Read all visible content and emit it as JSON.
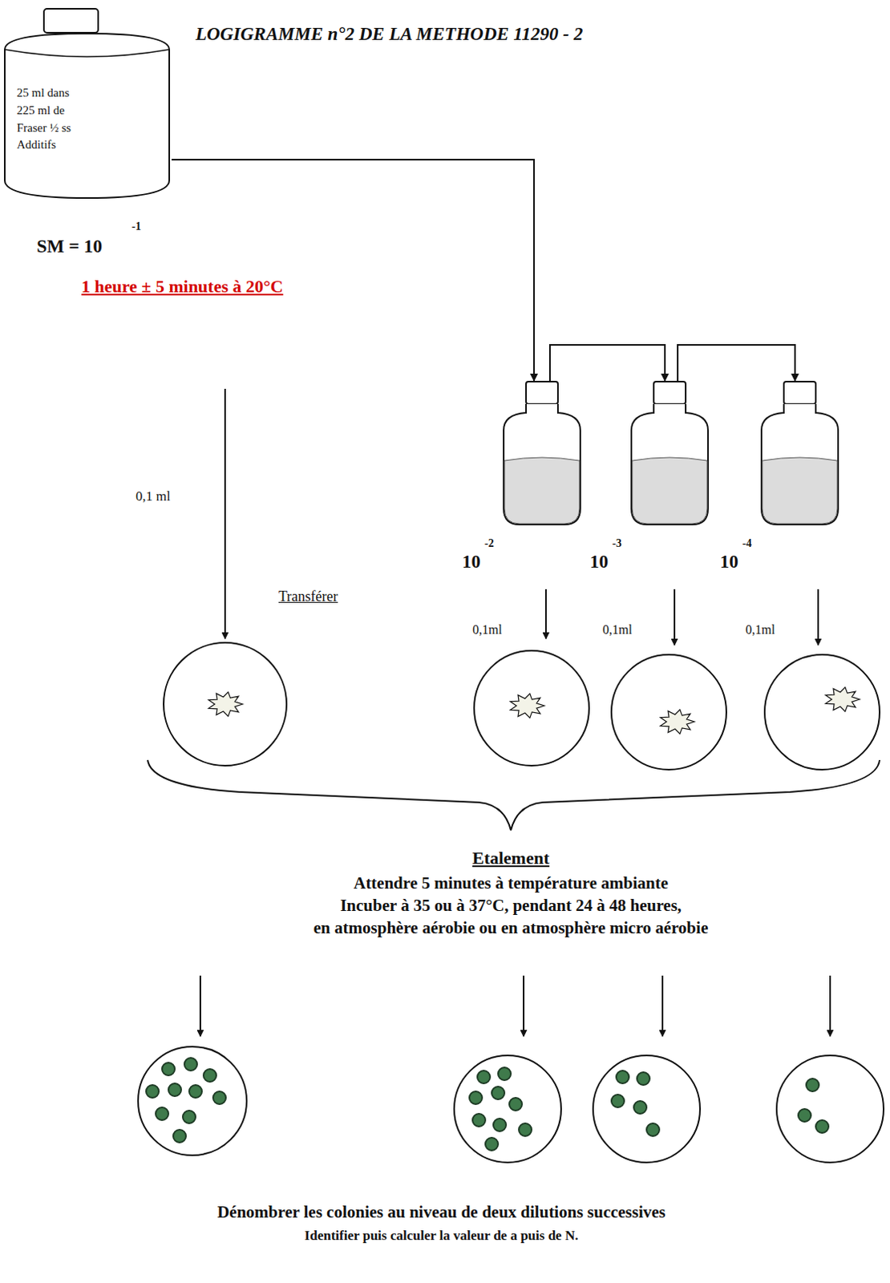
{
  "diagram": {
    "title": "LOGIGRAMME n°2 DE LA METHODE 11290 - 2",
    "nodes": [
      {
        "text": [
          "25 ml dans 225 ml de Fraser ½ ss Additifs"
        ]
      },
      {
        "text": [
          "10",
          "-2"
        ]
      },
      {
        "text": [
          "10",
          "-3"
        ]
      },
      {
        "text": [
          "10",
          "-4"
        ]
      }
    ],
    "edges": [
      {
        "from": 0,
        "to": 1,
        "arrow": "to"
      },
      {
        "from": 1,
        "to": 2,
        "arrow": "to"
      },
      {
        "from": 2,
        "to": 3,
        "arrow": "to"
      }
    ],
    "labels": [
      "SM = 10",
      "-1",
      "1 heure ± 5 minutes à 20°C",
      "0,1 ml",
      "Transférer",
      "0,1ml",
      "0,1ml",
      "0,1ml",
      "Etalement",
      "Attendre 5 minutes à température ambiante",
      "Incuber à 35 ou à 37°C, pendant 24 à 48 heures,",
      "en atmosphère aérobie ou en atmosphère micro aérobie",
      "Dénombrer les colonies au niveau de deux dilutions successives",
      "Identifier puis calculer la valeur de a puis de N."
    ]
  }
}
